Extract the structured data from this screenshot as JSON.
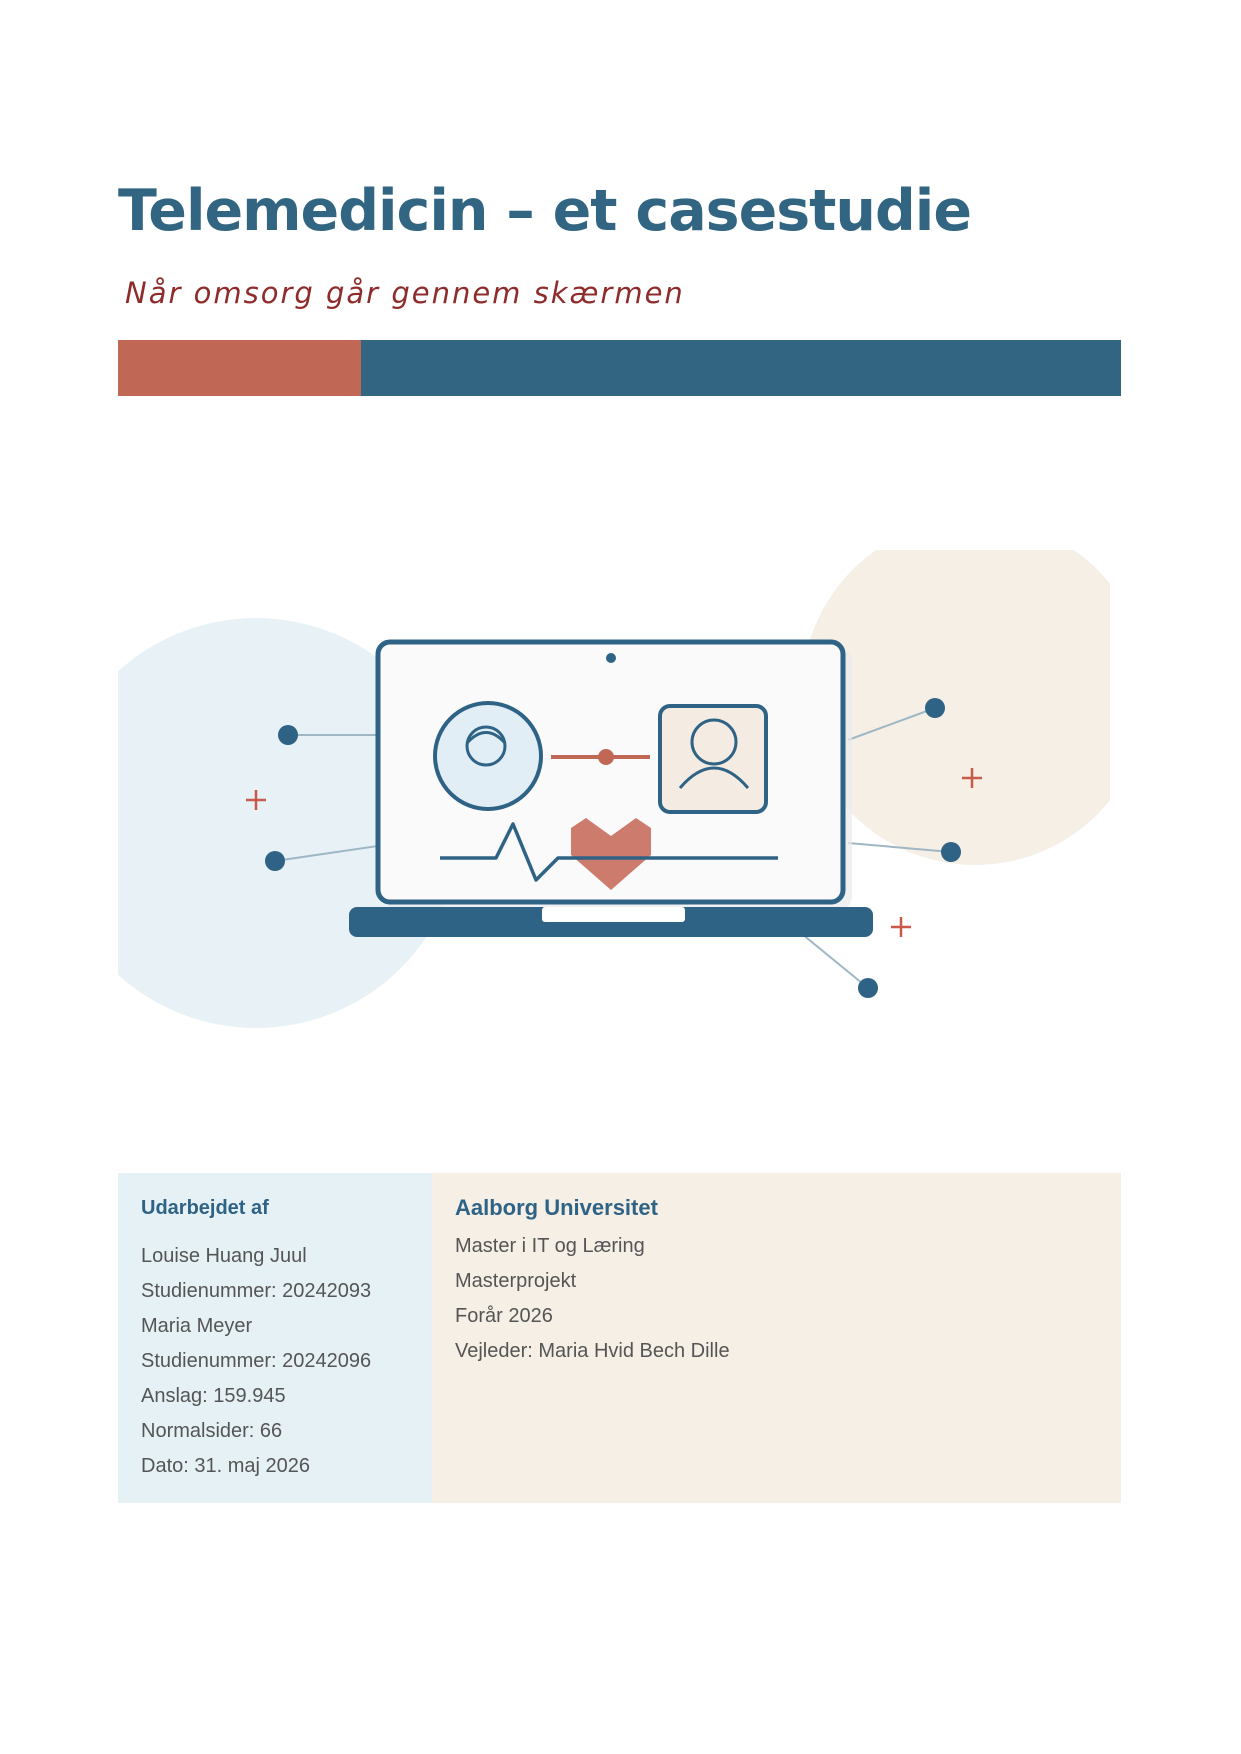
{
  "title": "Telemedicin – et casestudie",
  "subtitle": "Når omsorg går gennem skærmen",
  "colors": {
    "title": "#316582",
    "subtitle": "#8e2c2c",
    "band_accent": "#c16756",
    "band_main": "#316582",
    "panel_left_bg": "#e6f1f6",
    "panel_right_bg": "#f6efe6",
    "circle_left": "#e7f1f6",
    "circle_right": "#f6efe6",
    "heart": "#cc7b6d",
    "plus": "#c9594b"
  },
  "illustration": {
    "icons": [
      "laptop-icon",
      "patient-avatar-icon",
      "doctor-avatar-icon",
      "heart-icon",
      "heartbeat-icon",
      "camera-icon",
      "plus-icon"
    ]
  },
  "authors_panel": {
    "heading": "Udarbejdet af",
    "lines": [
      "Louise Huang Juul",
      "Studienummer: 20242093",
      "Maria Meyer",
      "Studienummer: 20242096",
      "Anslag: 159.945",
      "Normalsider: 66",
      "Dato: 31. maj 2026"
    ]
  },
  "university_panel": {
    "heading": "Aalborg Universitet",
    "lines": [
      "Master i IT og Læring",
      "Masterprojekt",
      "Forår 2026",
      "Vejleder: Maria Hvid Bech Dille"
    ]
  }
}
